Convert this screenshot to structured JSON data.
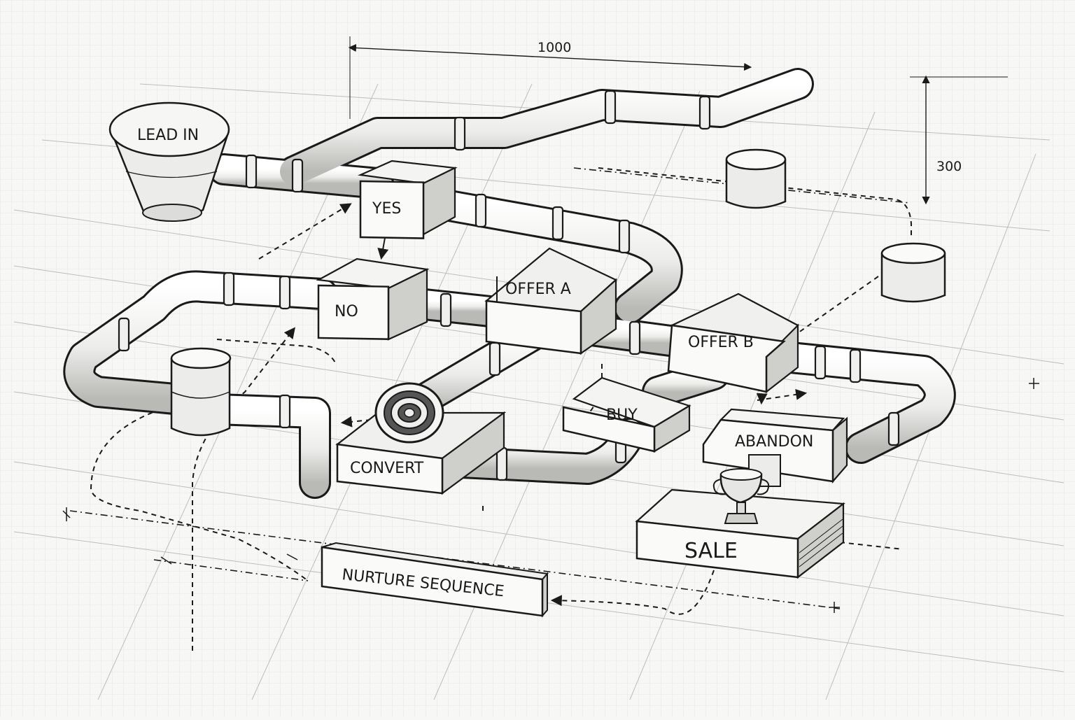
{
  "labels": {
    "lead_in": "LEAD IN",
    "yes": "YES",
    "no": "NO",
    "offer_a": "OFFER A",
    "offer_b": "OFFER B",
    "buy": "BUY",
    "abandon": "ABANDON",
    "convert": "CONVERT",
    "sale": "SALE",
    "nurture": "NURTURE SEQUENCE"
  },
  "dimensions": {
    "width": "1000",
    "height": "300"
  },
  "icons": [
    "funnel-icon",
    "target-icon",
    "trophy-icon",
    "canister-icon"
  ],
  "colors": {
    "ink": "#1a1a1a",
    "paper": "#f7f7f5",
    "grid": "#d9d9d6",
    "pipe": "#e9e9e7"
  }
}
